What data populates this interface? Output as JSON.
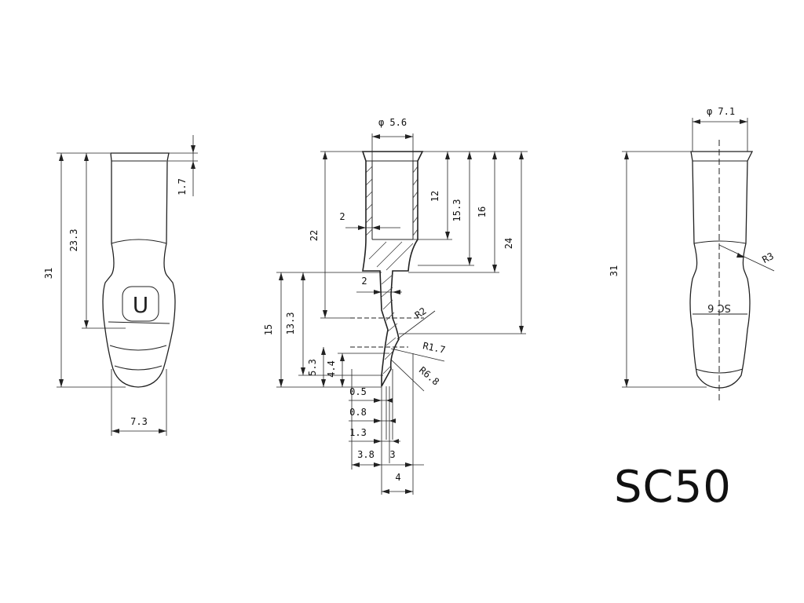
{
  "title": "SC50",
  "left_view": {
    "dims": {
      "overall_height": "31",
      "socket_height": "23.3",
      "lip": "1.7",
      "width": "7.3"
    },
    "marking": "U"
  },
  "middle_view": {
    "dims": {
      "bore_dia": "φ 5.6",
      "wall": "2",
      "web": "2",
      "d12": "12",
      "d15_3": "15.3",
      "d16": "16",
      "d22": "22",
      "d24": "24",
      "d15": "15",
      "d13_3": "13.3",
      "d5_3": "5.3",
      "d4_4": "4.4",
      "r2": "R2",
      "r1_7": "R1.7",
      "r6_8": "R6.8",
      "d0_5": "0.5",
      "d0_8": "0.8",
      "d1_3": "1.3",
      "d3_8": "3.8",
      "d3": "3",
      "d4": "4"
    }
  },
  "right_view": {
    "dims": {
      "bore_dia": "φ 7.1",
      "overall_height": "31",
      "radius": "R3"
    },
    "marking": "SC 6"
  }
}
